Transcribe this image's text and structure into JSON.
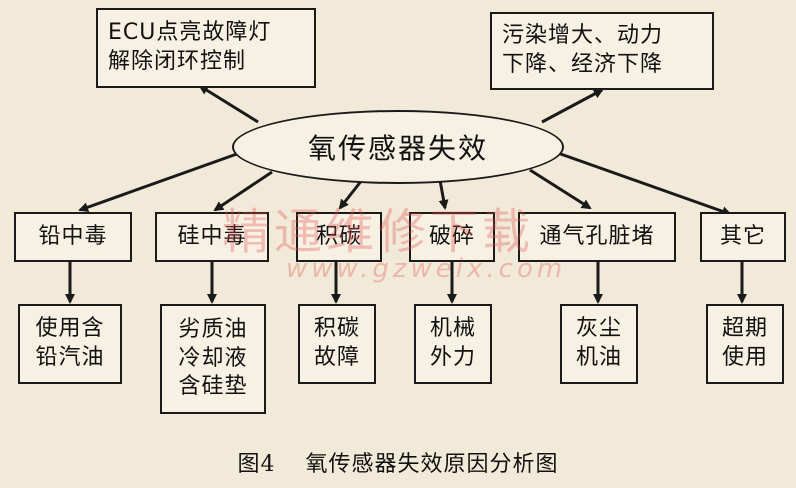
{
  "center": {
    "label": "氧传感器失效"
  },
  "top_left": {
    "label": "ECU点亮故障灯\n解除闭环控制"
  },
  "top_right": {
    "label": "污染增大、动力\n下降、经济下降"
  },
  "causes": [
    {
      "label": "铅中毒",
      "detail": "使用含\n铅汽油"
    },
    {
      "label": "硅中毒",
      "detail": "劣质油\n冷却液\n含硅垫"
    },
    {
      "label": "积碳",
      "detail": "积碳\n故障"
    },
    {
      "label": "破碎",
      "detail": "机械\n外力"
    },
    {
      "label": "通气孔脏堵",
      "detail": "灰尘\n机油"
    },
    {
      "label": "其它",
      "detail": "超期\n使用"
    }
  ],
  "caption": {
    "number": "图4",
    "title": "氧传感器失效原因分析图"
  },
  "watermark": {
    "main": "精通维修下载",
    "url": "www.gzweix.com"
  }
}
